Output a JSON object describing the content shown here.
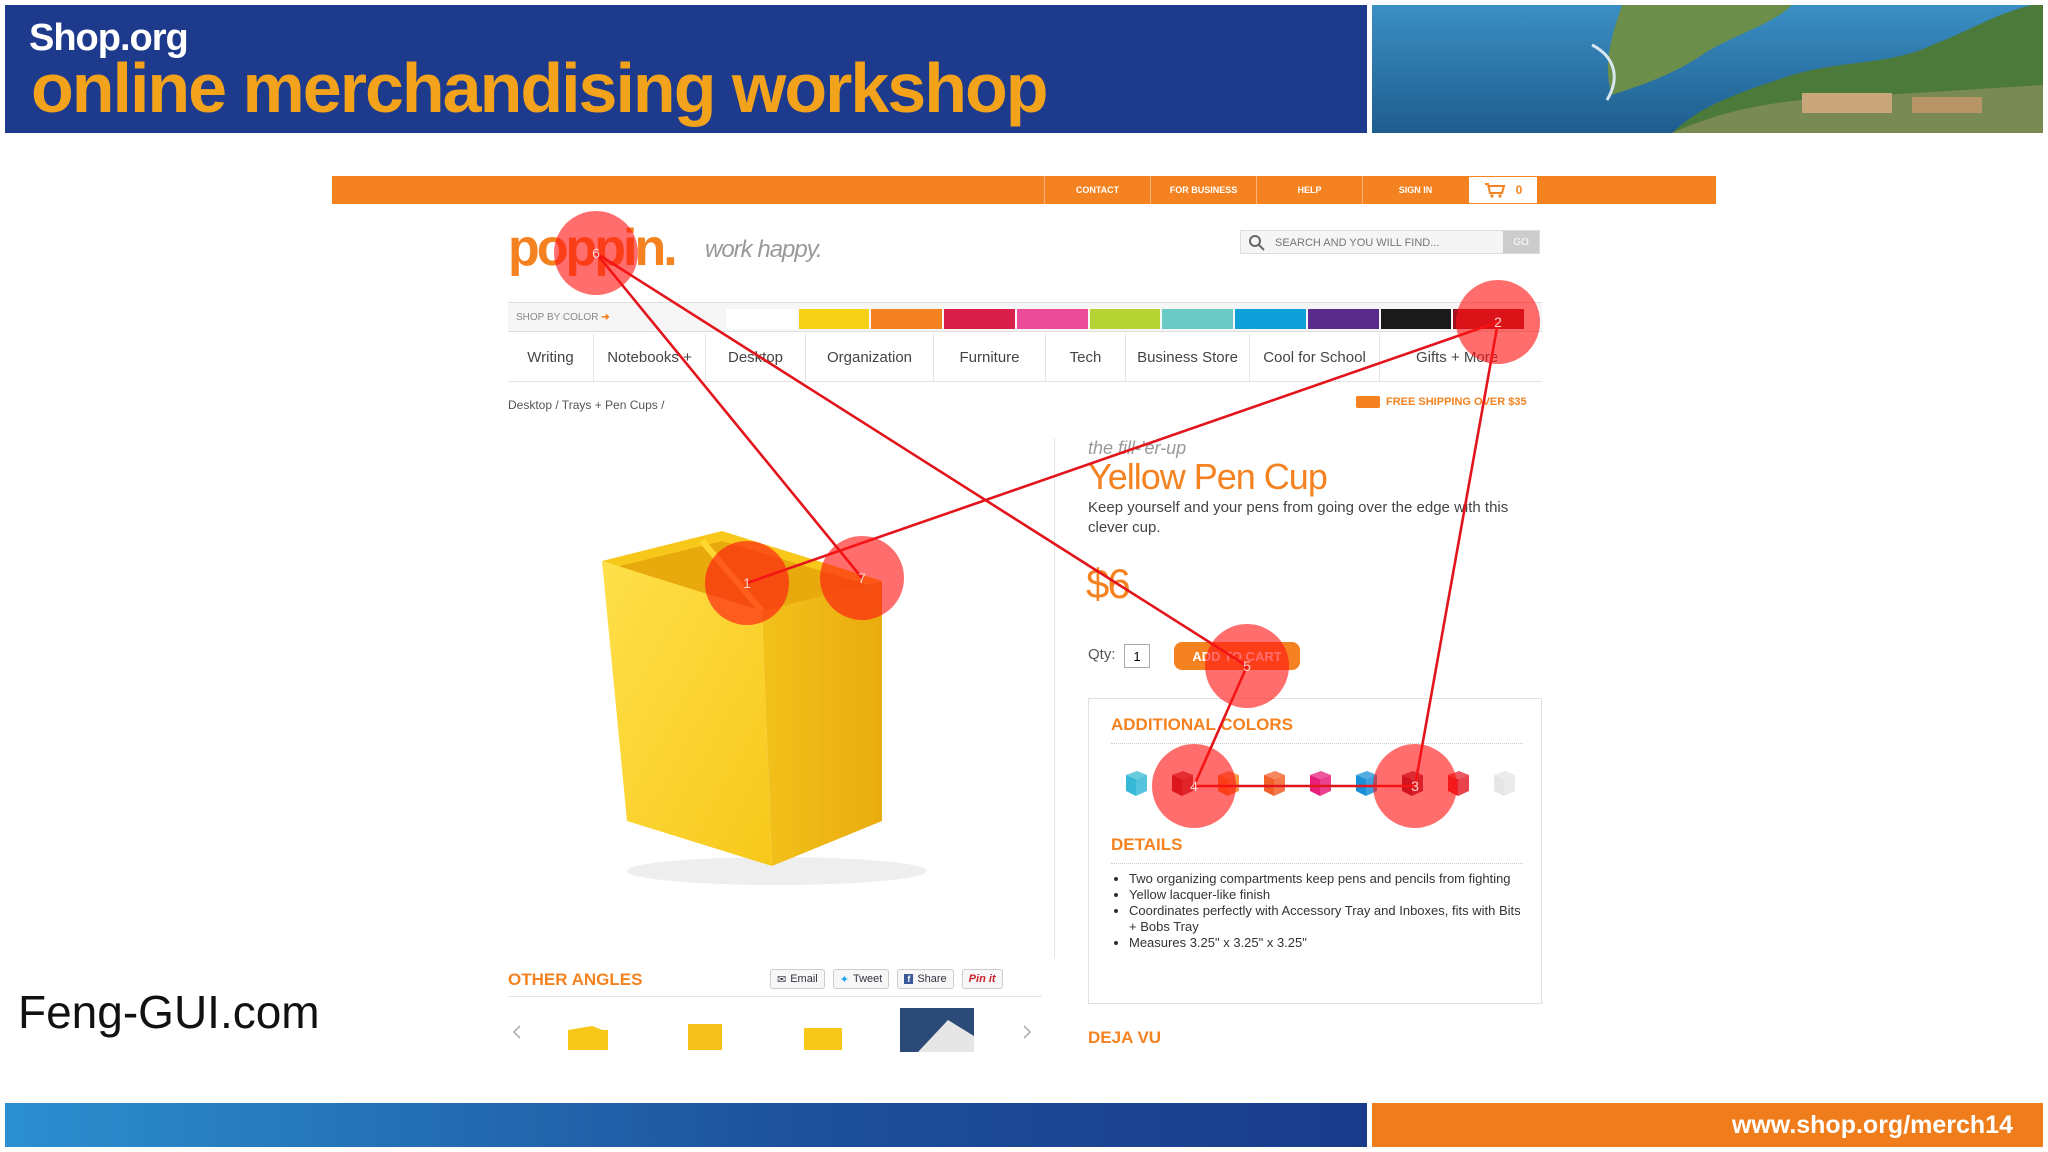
{
  "slide": {
    "brand": "Shop.org",
    "title": "online merchandising workshop",
    "watermark": "Feng-GUI.com",
    "footer_url": "www.shop.org/merch14"
  },
  "site": {
    "topnav": [
      "CONTACT",
      "FOR BUSINESS",
      "HELP",
      "SIGN IN"
    ],
    "cart_count": "0",
    "logo": "poppin.",
    "tagline": "work happy.",
    "search": {
      "placeholder": "SEARCH AND YOU WILL FIND...",
      "go": "GO"
    },
    "shop_by_color": "SHOP BY COLOR",
    "color_swatches": [
      "#ffffff",
      "#f7d117",
      "#f58220",
      "#d81e4b",
      "#ec4b97",
      "#b6d334",
      "#6bcbc4",
      "#0ea0d8",
      "#5b2b8c",
      "#1a1a1a",
      "#a0101d"
    ],
    "categories": [
      "Writing",
      "Notebooks +",
      "Desktop",
      "Organization",
      "Furniture",
      "Tech",
      "Business Store",
      "Cool for School",
      "Gifts + More"
    ],
    "breadcrumb": "Desktop / Trays + Pen Cups /",
    "shipping": "FREE SHIPPING OVER $35",
    "product": {
      "subtitle": "the fill-'er-up",
      "title": "Yellow Pen Cup",
      "description": "Keep yourself and your pens from going over the edge with this clever cup.",
      "price": "$6",
      "qty_label": "Qty:",
      "qty_value": "1",
      "add_to_cart": "ADD TO CART",
      "additional_colors_heading": "ADDITIONAL COLORS",
      "additional_colors": [
        "#36b9d6",
        "#a01e2c",
        "#f58220",
        "#f2602a",
        "#e61f7a",
        "#1a8fd8",
        "#8a1530",
        "#e5222c",
        "#e6e6e6"
      ],
      "details_heading": "DETAILS",
      "details": [
        "Two organizing compartments keep pens and pencils from fighting",
        "Yellow lacquer-like finish",
        "Coordinates perfectly with Accessory Tray and Inboxes, fits with Bits + Bobs Tray",
        "Measures 3.25\" x 3.25\" x 3.25\""
      ]
    },
    "other_angles": "OTHER ANGLES",
    "share": [
      "Email",
      "Tweet",
      "Share",
      "Pin it"
    ],
    "dejavu": "DEJA VU"
  },
  "gaze_points": [
    "1",
    "2",
    "3",
    "4",
    "5",
    "6",
    "7"
  ]
}
